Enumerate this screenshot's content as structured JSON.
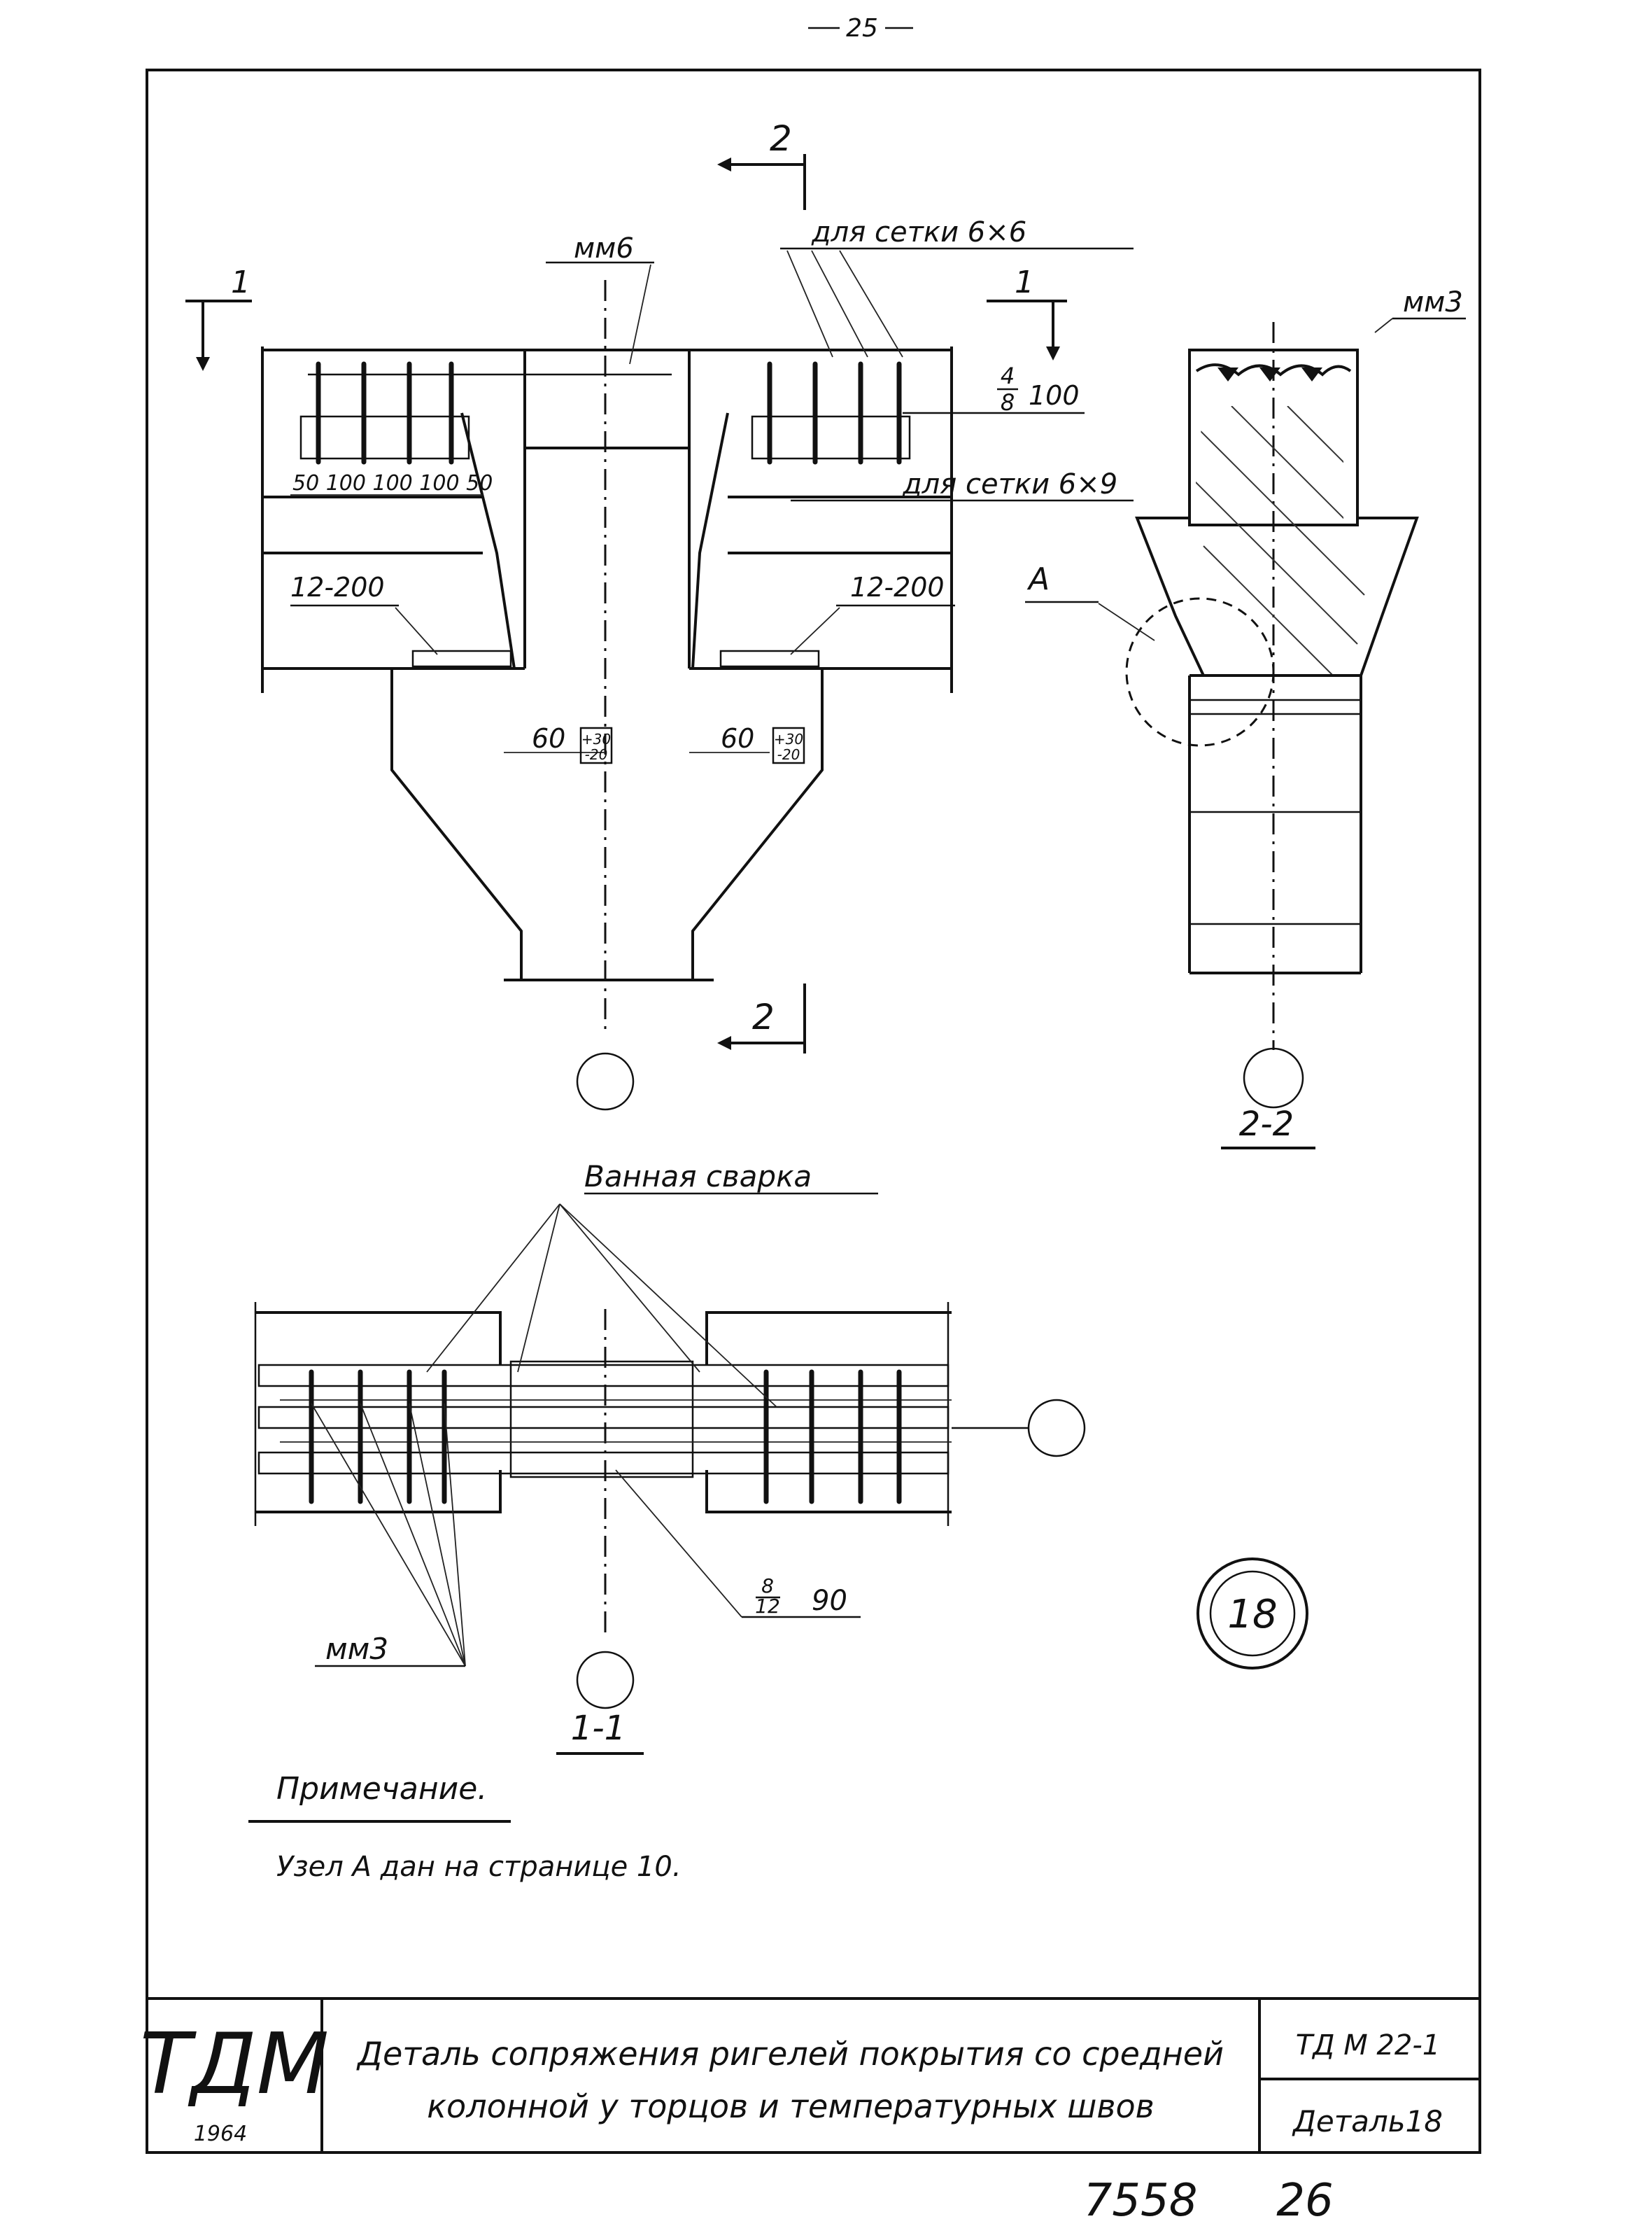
{
  "page_number": "25",
  "plan": {
    "label_mm6": "мм6",
    "label_mesh_66": "для сетки 6×6",
    "label_mesh_69": "для сетки 6×9",
    "label_mm3_top": "мм3",
    "rebar_left": "12-200",
    "rebar_right": "12-200",
    "spacing_top_num": "4",
    "spacing_top_den": "8",
    "spacing_top_val": "100",
    "dims": "50 100 100 100 50",
    "gap_left": "60",
    "gap_right": "60",
    "tol_plus": "+30",
    "tol_minus": "-20",
    "node_label": "А",
    "section1_top_left": "1",
    "section1_top_right": "1",
    "section2_top": "2",
    "section2_bottom": "2"
  },
  "section22": {
    "title": "2-2"
  },
  "section11": {
    "title": "1-1",
    "weld_label": "Ванная сварка",
    "label_mm3": "мм3",
    "spacing_num": "8",
    "spacing_den": "12",
    "spacing_val": "90"
  },
  "detail_badge": "18",
  "note": {
    "heading": "Примечание.",
    "text": "Узел  А  дан  на  странице  10."
  },
  "title_block": {
    "logo": "ТДМ",
    "year": "1964",
    "title_line1": "Деталь сопряжения ригелей покрытия со средней",
    "title_line2": "колонной у торцов и температурных швов",
    "doc_code": "ТД М 22-1",
    "sheet": "Деталь18"
  },
  "stamp_number": "7558",
  "stamp_page": "26"
}
